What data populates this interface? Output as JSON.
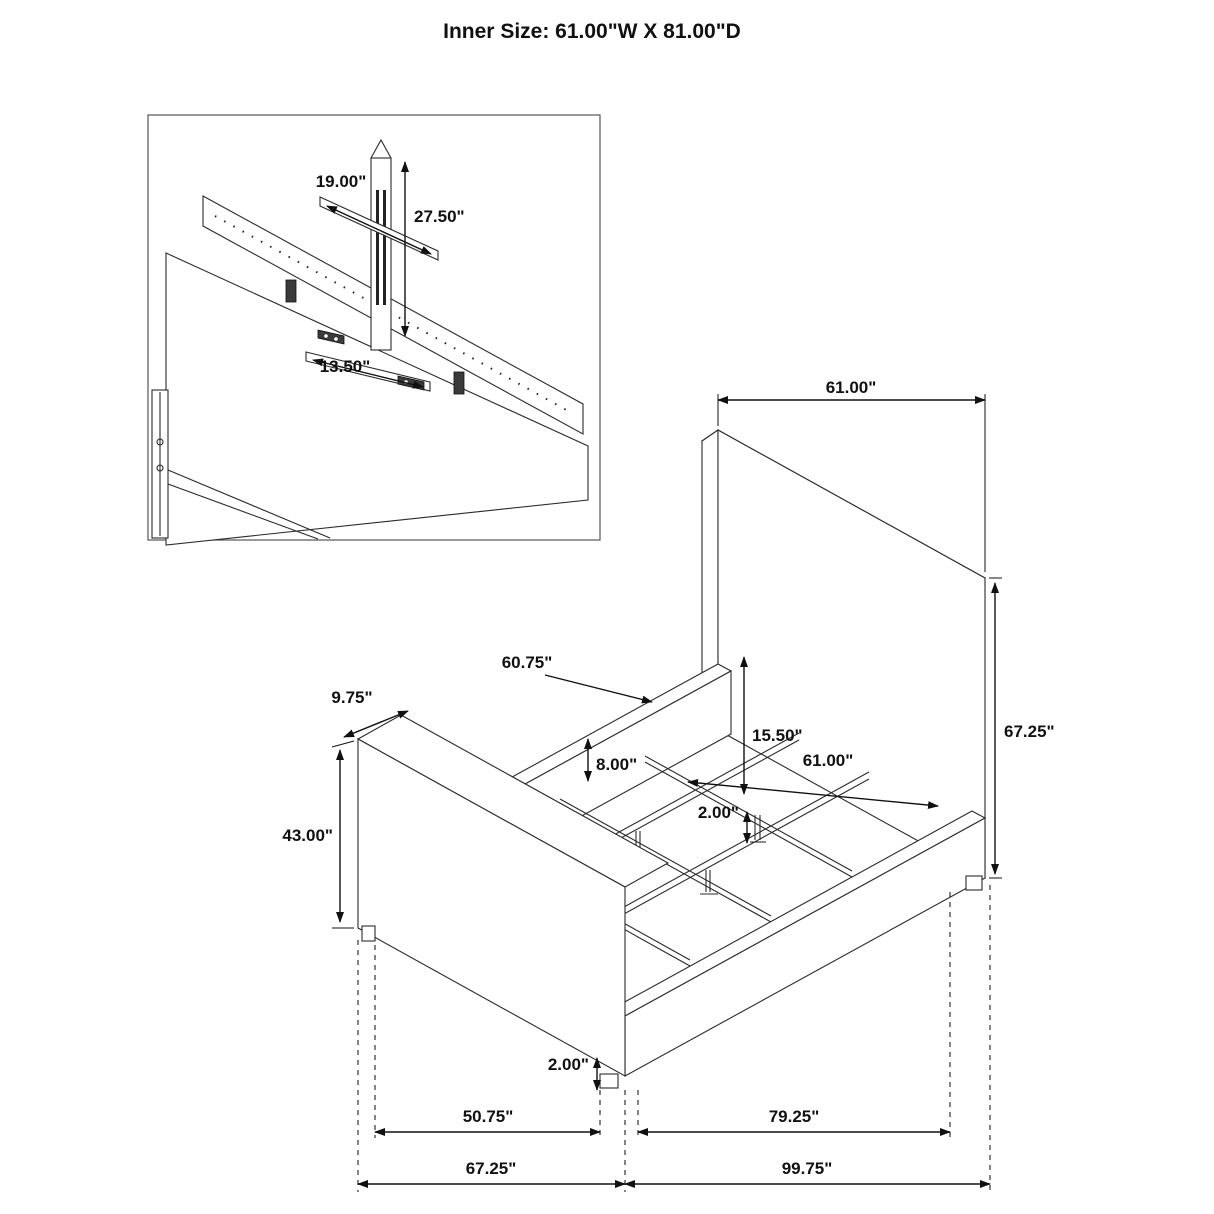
{
  "title": "Inner Size: 61.00\"W X 81.00\"D",
  "inset": {
    "bracket_width": "19.00\"",
    "strut_height": "27.50\"",
    "lower_bracket_width": "13.50\""
  },
  "dimensions": {
    "headboard_width": "61.00\"",
    "headboard_height": "67.25\"",
    "rail_length_inner": "60.75\"",
    "footboard_thickness": "9.75\"",
    "headboard_clearance": "15.50\"",
    "rail_height": "8.00\"",
    "inner_width": "61.00\"",
    "center_leg_height": "2.00\"",
    "footboard_height": "43.00\"",
    "foot_leg_height": "2.00\"",
    "footboard_span": "50.75\"",
    "rail_span": "79.25\"",
    "footboard_overall_depth": "67.25\"",
    "overall_depth": "99.75\""
  }
}
